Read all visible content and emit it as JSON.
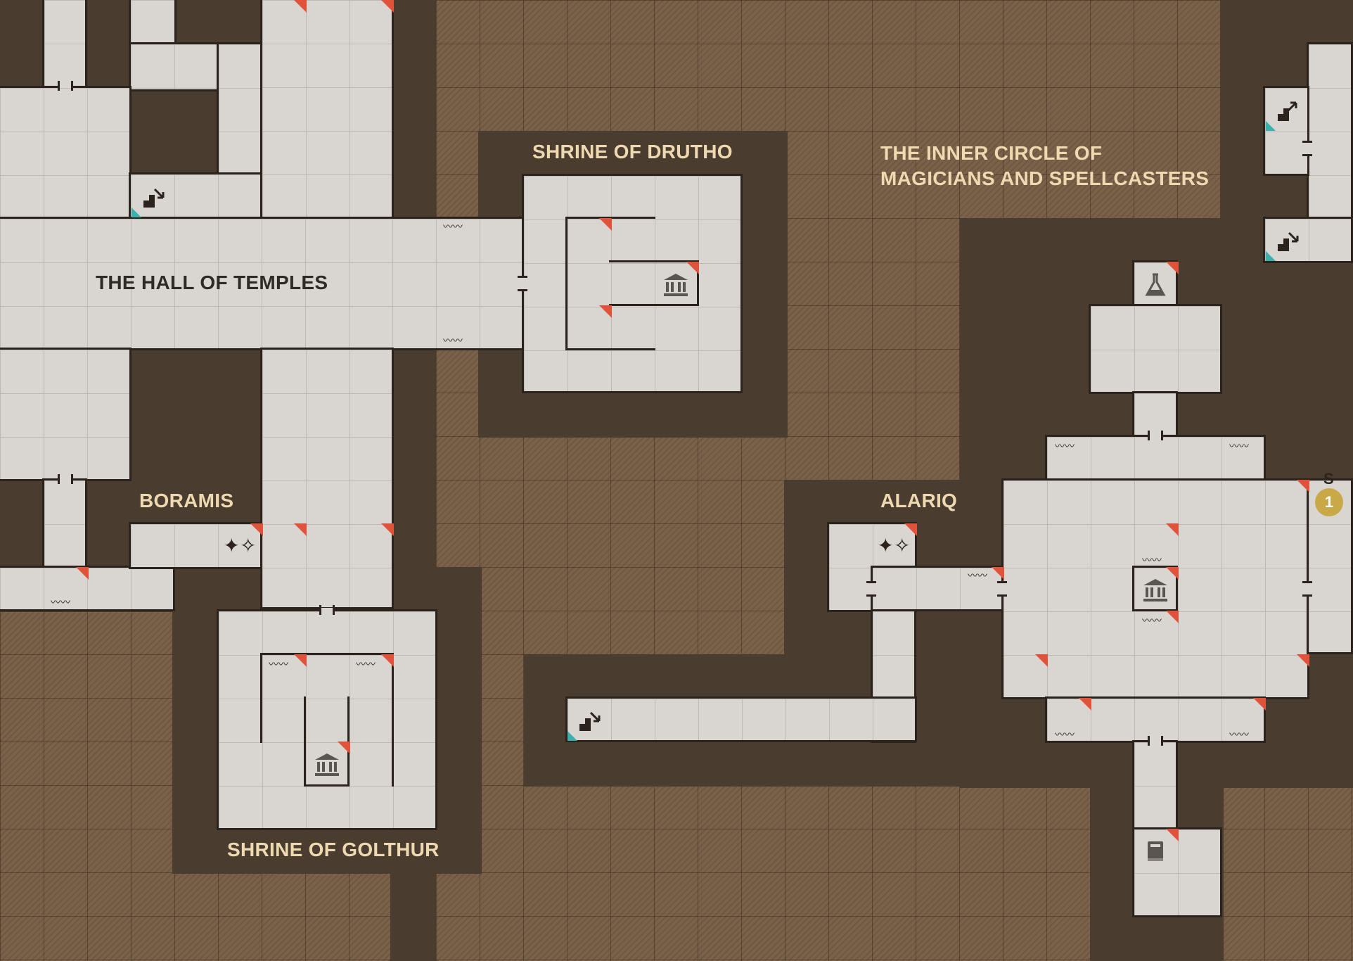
{
  "map": {
    "labels": {
      "hall_of_temples": "THE HALL OF TEMPLES",
      "shrine_drutho": "SHRINE OF DRUTHO",
      "inner_circle_line1": "THE INNER CIRCLE OF",
      "inner_circle_line2": "MAGICIANS AND SPELLCASTERS",
      "boramis": "BORAMIS",
      "alariq": "ALARIQ",
      "shrine_golthur": "SHRINE OF GOLTHUR"
    },
    "marker": {
      "number": "1",
      "compass": "S"
    },
    "icons": {
      "stairs": "stairs-icon",
      "temple": "temple-icon",
      "sparkle": "sparkle-icon",
      "flask": "flask-icon",
      "book": "book-icon"
    },
    "colors": {
      "floor": "#d9d6d1",
      "wall": "#2c241c",
      "rock": "#4a3d30",
      "hatch": "#7a6149",
      "trap": "#e0533b",
      "stair_accent": "#3bb1ad",
      "label": "#efd9b0",
      "marker": "#c9a848"
    }
  }
}
